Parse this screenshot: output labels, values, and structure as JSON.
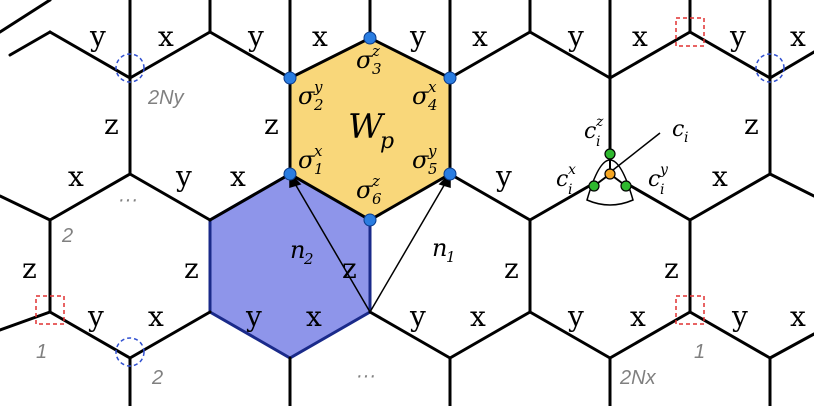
{
  "colors": {
    "edge": "#000000",
    "plaquette_fill": "#f9d77a",
    "plaquette_edge": "#000000",
    "blue_cell_fill": "#8e95ea",
    "blue_cell_edge": "#1a2a8a",
    "site_dot": "#2a7de1",
    "majorana_dot": "#2eb82e",
    "center_dot": "#f5a623",
    "red_box": "#e03030",
    "blue_circle": "#3050d0",
    "gray_label": "#808080"
  },
  "bond_labels": {
    "x": "x",
    "y": "y",
    "z": "z"
  },
  "plaquette": {
    "label": "W",
    "label_sub": "p",
    "spins": [
      {
        "base": "σ",
        "sub": "1",
        "sup": "x"
      },
      {
        "base": "σ",
        "sub": "2",
        "sup": "y"
      },
      {
        "base": "σ",
        "sub": "3",
        "sup": "z"
      },
      {
        "base": "σ",
        "sub": "4",
        "sup": "x"
      },
      {
        "base": "σ",
        "sub": "5",
        "sup": "y"
      },
      {
        "base": "σ",
        "sub": "6",
        "sup": "z"
      }
    ]
  },
  "vectors": {
    "n1": {
      "base": "n",
      "sub": "1"
    },
    "n2": {
      "base": "n",
      "sub": "2"
    }
  },
  "majorana": {
    "ci": {
      "base": "c",
      "sub": "i"
    },
    "cx": {
      "base": "c",
      "sub": "i",
      "sup": "x"
    },
    "cy": {
      "base": "c",
      "sub": "i",
      "sup": "y"
    },
    "cz": {
      "base": "c",
      "sub": "i",
      "sup": "z"
    }
  },
  "boundary_labels": {
    "top_2Ny": "2Ny",
    "left_2": "2",
    "bottom_left_1": "1",
    "bottom_2": "2",
    "bottom_2Nx": "2Nx",
    "bottom_right_1": "1",
    "ellipsis_left": "···",
    "ellipsis_bottom": "···"
  }
}
